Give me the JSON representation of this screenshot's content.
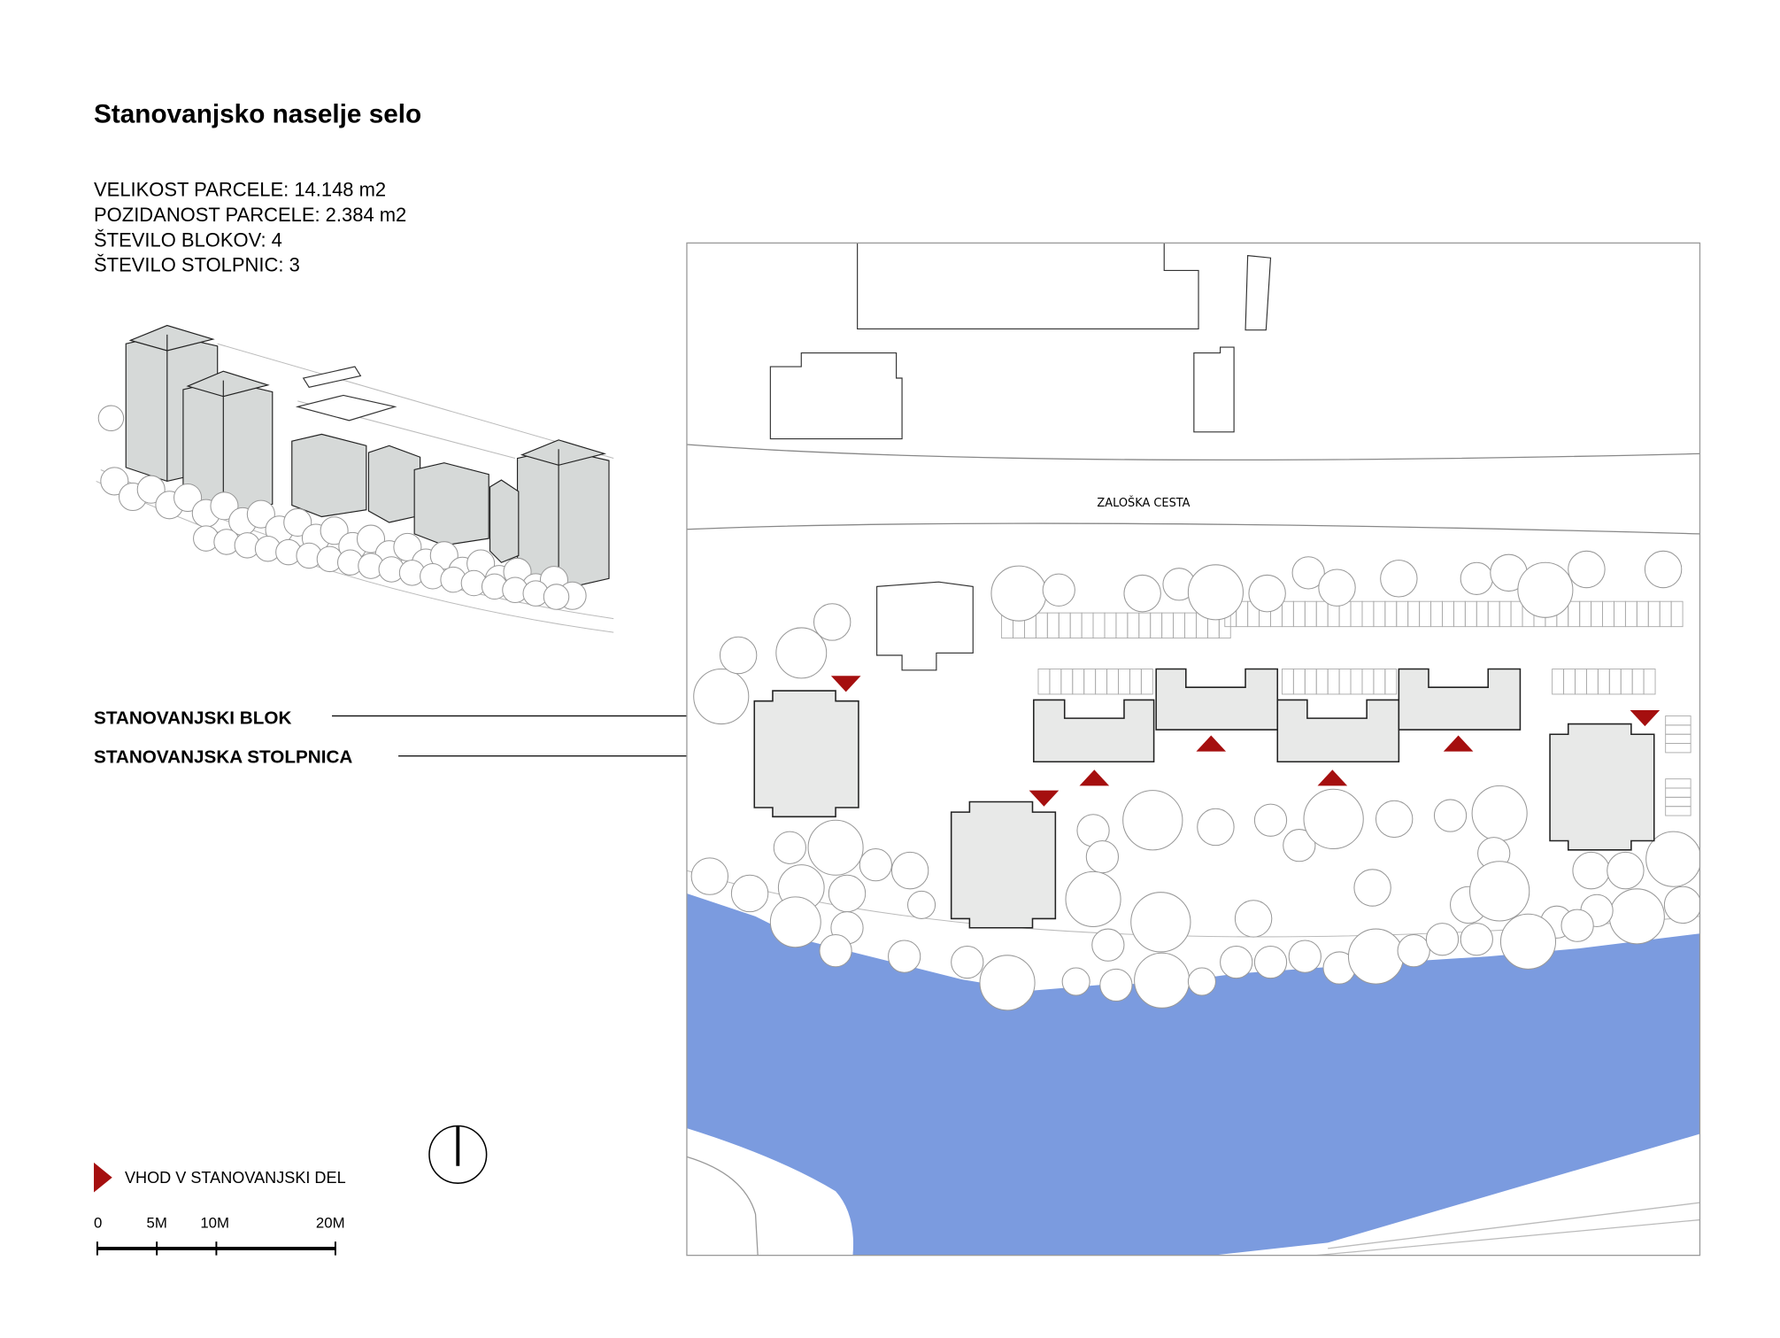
{
  "title": "Stanovanjsko naselje selo",
  "stats": [
    "VELIKOST PARCELE: 14.148 m2",
    "POZIDANOST PARCELE: 2.384 m2",
    "ŠTEVILO BLOKOV: 4",
    "ŠTEVILO STOLPNIC: 3"
  ],
  "labels": {
    "block": "STANOVANJSKI BLOK",
    "tower": "STANOVANJSKA STOLPNICA",
    "road": "ZALOŠKA CESTA"
  },
  "legend": {
    "entrance": "VHOD V STANOVANJSKI DEL",
    "scale_ticks": [
      "0",
      "5M",
      "10M",
      "20M"
    ]
  },
  "colors": {
    "water": "#7b9bdf",
    "entrance": "#a50f0f",
    "building": "#e8e9e8"
  }
}
